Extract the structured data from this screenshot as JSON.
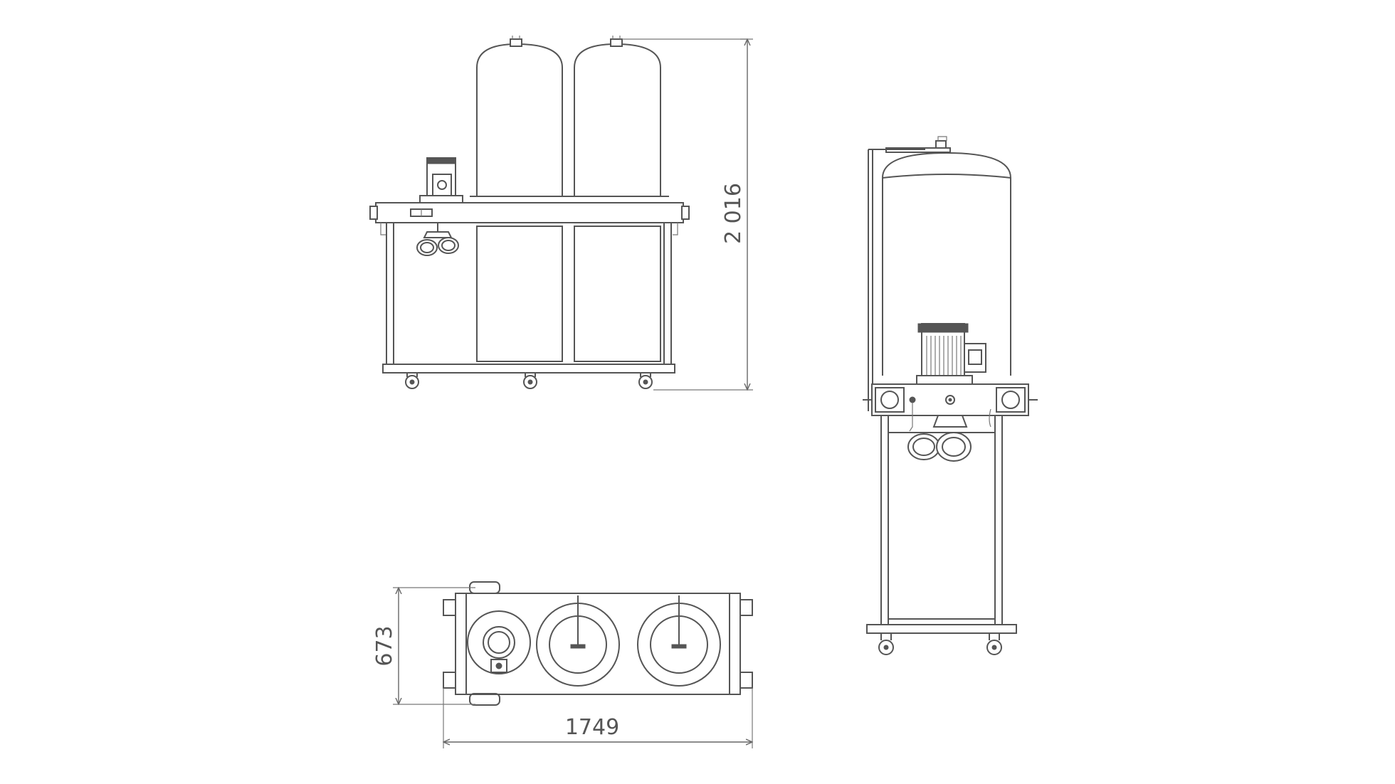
{
  "dimensions": {
    "height": "2 016",
    "depth": "673",
    "width": "1749"
  }
}
